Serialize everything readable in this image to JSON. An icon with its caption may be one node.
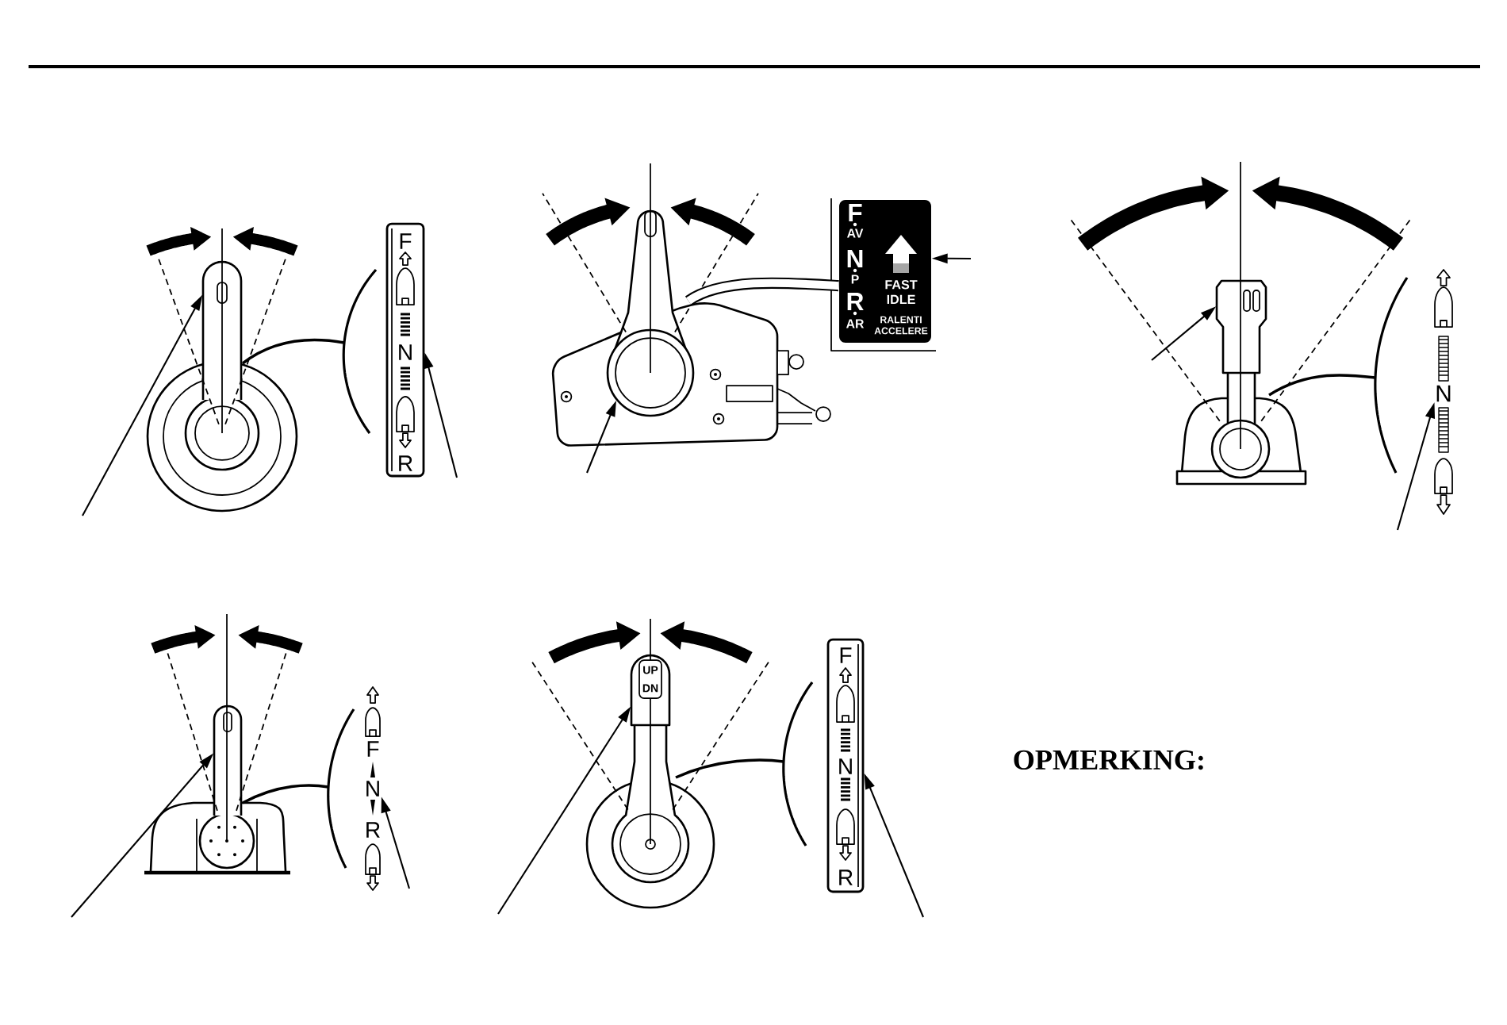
{
  "diagram": {
    "nodes": [
      {
        "text": [],
        "shape": "picture"
      },
      {
        "text": [
          "F",
          "N",
          "R"
        ]
      },
      {
        "text": [],
        "shape": "picture"
      },
      {
        "text": [],
        "shape": "circle",
        "in": 2
      },
      {
        "text": [
          "F",
          "AV",
          "N",
          "P",
          "R",
          "AR",
          "FAST IDLE",
          "RALENTI ACCELERE"
        ]
      },
      {
        "text": [],
        "shape": "picture"
      },
      {
        "text": [
          "N"
        ]
      },
      {
        "text": [],
        "shape": "picture"
      },
      {
        "text": [
          "N"
        ]
      },
      {
        "text": [
          "UP",
          "DN"
        ]
      },
      {
        "text": [
          "F",
          "N",
          "R"
        ]
      }
    ],
    "edges": [
      {
        "from": null,
        "to": 0,
        "arrow": "to"
      },
      {
        "from": null,
        "to": 1,
        "arrow": "to"
      },
      {
        "from": null,
        "to": 3,
        "arrow": "to"
      },
      {
        "from": null,
        "to": 4,
        "arrow": "to"
      },
      {
        "from": null,
        "to": 5,
        "arrow": "to"
      },
      {
        "from": null,
        "to": 6,
        "arrow": "to"
      },
      {
        "from": null,
        "to": 7,
        "arrow": "to"
      },
      {
        "from": null,
        "to": 8,
        "arrow": "to"
      },
      {
        "from": null,
        "to": 9,
        "arrow": "to"
      },
      {
        "from": null,
        "to": 10,
        "arrow": "to"
      },
      {
        "from": 2,
        "to": 4,
        "arrow": "none",
        "style": "thick"
      }
    ],
    "labels": [
      "F",
      "R",
      "OPMERKING:"
    ]
  }
}
